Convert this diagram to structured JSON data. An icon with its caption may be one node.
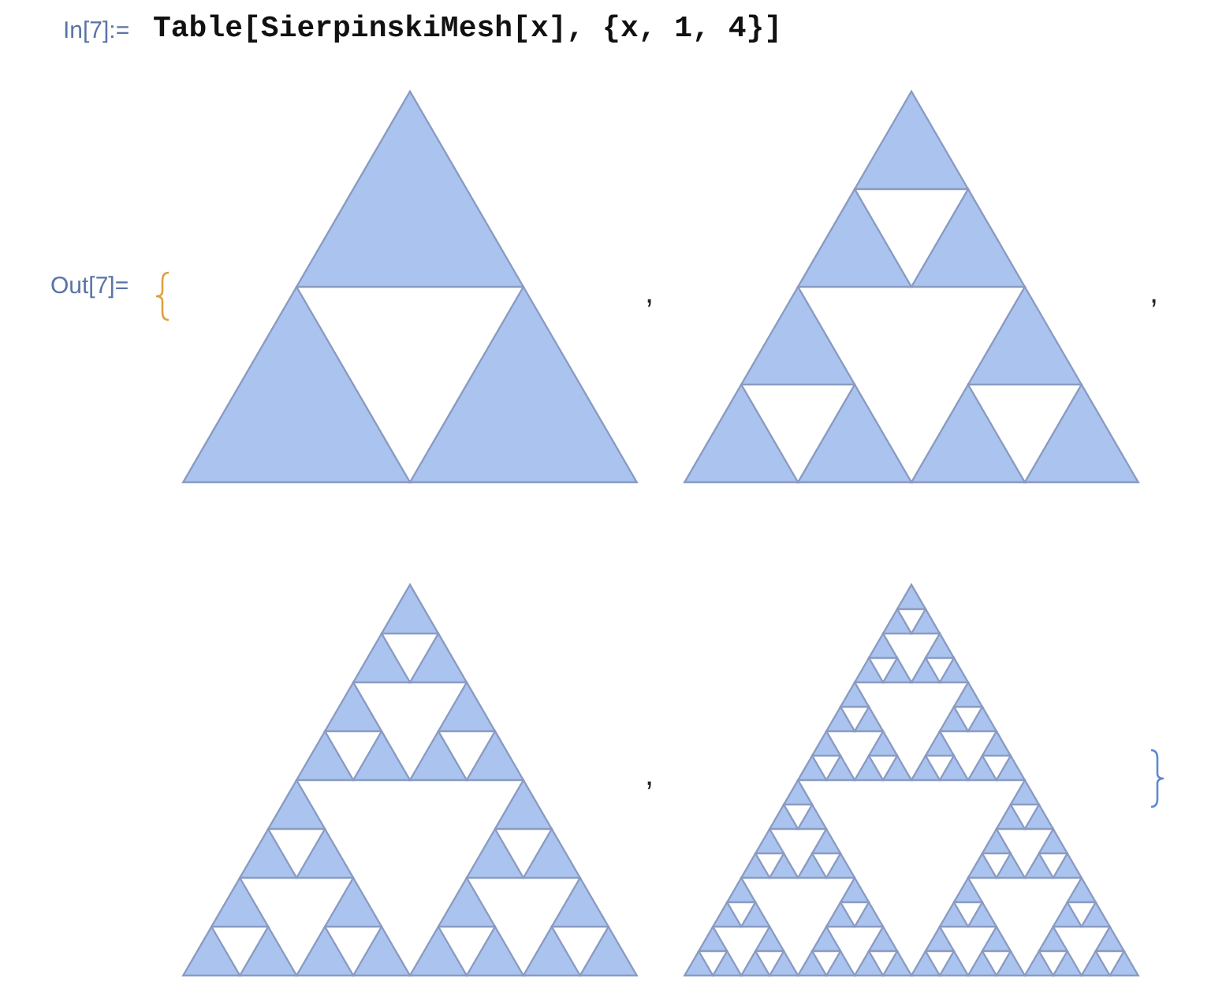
{
  "diagram": {
    "labels": [
      "In[7]:=",
      "Table[SierpinskiMesh[x], {x, 1, 4}]",
      "Out[7]=",
      ",",
      ",",
      ","
    ]
  }
}
